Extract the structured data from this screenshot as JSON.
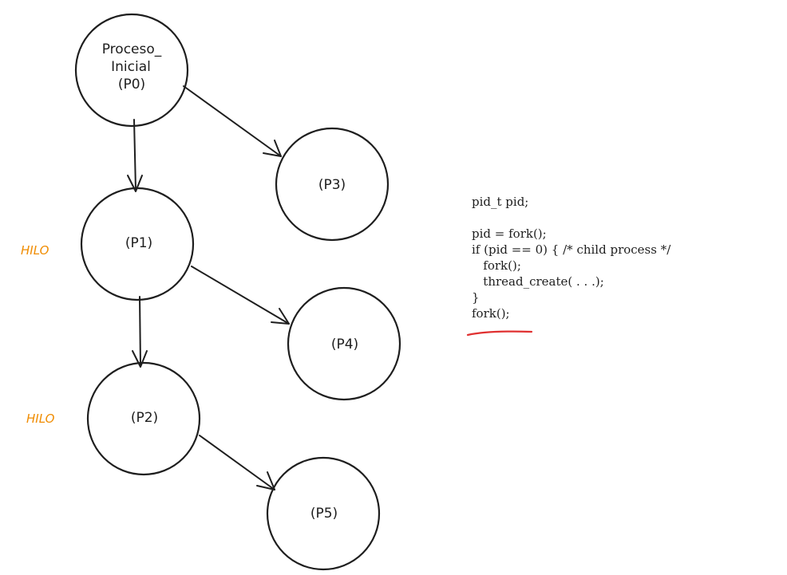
{
  "colors": {
    "ink": "#1e1e1e",
    "label_orange": "#f08c00",
    "underline_red": "#e03131"
  },
  "nodes": [
    {
      "id": "p0",
      "lines": [
        "Proceso_",
        "Inicial",
        "(P0)"
      ]
    },
    {
      "id": "p1",
      "lines": [
        "(P1)"
      ]
    },
    {
      "id": "p2",
      "lines": [
        "(P2)"
      ]
    },
    {
      "id": "p3",
      "lines": [
        "(P3)"
      ]
    },
    {
      "id": "p4",
      "lines": [
        "(P4)"
      ]
    },
    {
      "id": "p5",
      "lines": [
        "(P5)"
      ]
    }
  ],
  "edges": [
    {
      "from": "P0",
      "to": "P1"
    },
    {
      "from": "P0",
      "to": "P3"
    },
    {
      "from": "P1",
      "to": "P2"
    },
    {
      "from": "P1",
      "to": "P4"
    },
    {
      "from": "P2",
      "to": "P5"
    }
  ],
  "labels": {
    "hilo_p1": "HILO",
    "hilo_p2": "HILO"
  },
  "code": [
    "pid_t pid;",
    "",
    "pid = fork();",
    "if (pid == 0) { /* child process */",
    "   fork();",
    "   thread_create( . . .);",
    "}",
    "fork();"
  ]
}
